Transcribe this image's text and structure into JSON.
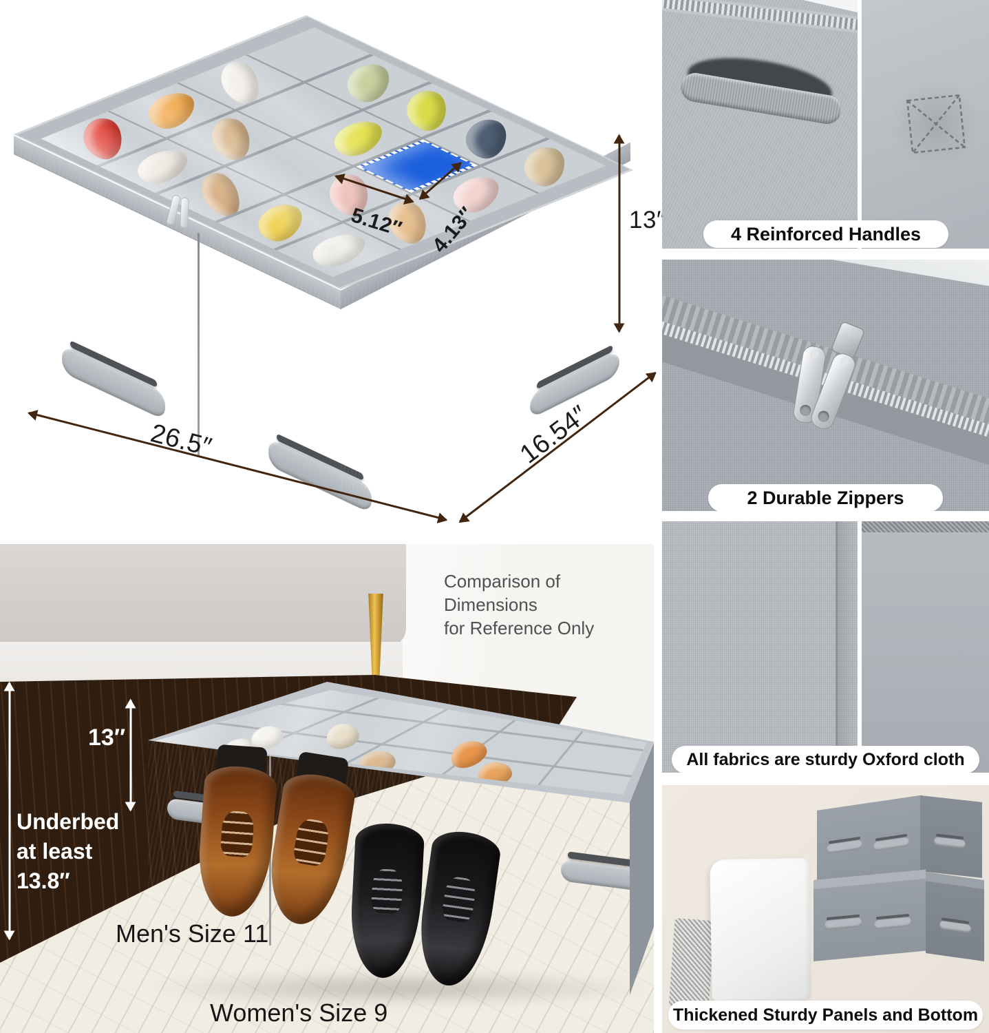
{
  "product_shot": {
    "dims": {
      "width": "26.5″",
      "depth": "16.54″",
      "height": "13″",
      "cell_width": "5.12″",
      "cell_depth": "4.13″"
    }
  },
  "scene": {
    "note_line1": "Comparison of Dimensions",
    "note_line2": "for Reference Only",
    "box_height": "13″",
    "underbed_line1": "Underbed",
    "underbed_line2": "at least",
    "underbed_line3": "13.8″",
    "mens_label": "Men's Size 11",
    "womens_label": "Women's Size 9"
  },
  "feature_panels": [
    {
      "caption": "4 Reinforced Handles"
    },
    {
      "caption": "2 Durable Zippers"
    },
    {
      "caption": "All fabrics are sturdy Oxford cloth"
    },
    {
      "caption": "Thickened Sturdy Panels and Bottom"
    }
  ],
  "colors": {
    "box_fabric_gray": "#a6acb3",
    "highlight_cell_blue": "#1c5fdd",
    "dimension_arrow_brown": "#42250f",
    "caption_text": "#0d0d0d",
    "floor_wood_dark": "#2f1d10",
    "panel4_background": "#ede7dd"
  }
}
